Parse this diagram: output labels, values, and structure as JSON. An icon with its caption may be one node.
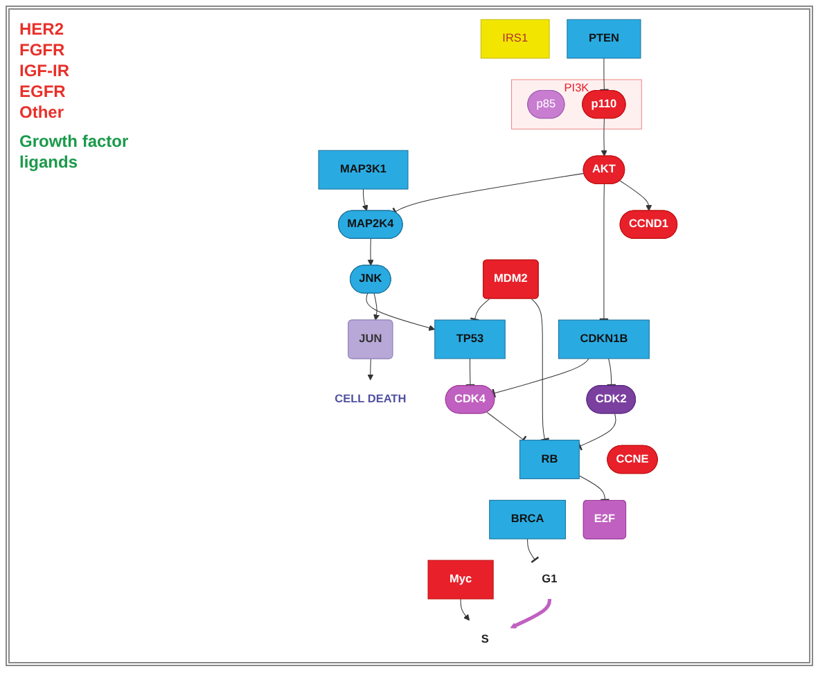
{
  "diagram": {
    "nodes": [
      {
        "text": [
          "IRS1"
        ]
      },
      {
        "text": [
          "PI3K"
        ]
      },
      {
        "text": [
          "p85"
        ],
        "in": 1
      },
      {
        "text": [
          "p110"
        ],
        "in": 1
      },
      {
        "text": [
          "PTEN"
        ]
      },
      {
        "text": [
          "MAP3K1"
        ]
      },
      {
        "text": [
          "MAP2K4"
        ]
      },
      {
        "text": [
          "AKT"
        ]
      },
      {
        "text": [
          "CDKN1B"
        ]
      },
      {
        "text": [
          "CCND1"
        ]
      },
      {
        "text": [
          "JNK"
        ]
      },
      {
        "text": [
          "TP53"
        ]
      },
      {
        "text": [
          "CDK4"
        ]
      },
      {
        "text": [
          "MDM2"
        ]
      },
      {
        "text": [
          "RB"
        ]
      },
      {
        "text": [
          "CDK2"
        ]
      },
      {
        "text": [
          "CCNE"
        ]
      },
      {
        "text": [
          "JUN"
        ]
      },
      {
        "text": [
          "E2F"
        ]
      },
      {
        "text": [
          "BRCA"
        ]
      },
      {
        "text": [
          "Myc"
        ]
      },
      {
        "text": [
          "CELL DEATH"
        ]
      },
      {
        "text": [
          "G1"
        ]
      },
      {
        "text": [
          "S"
        ]
      }
    ],
    "edges": [
      {
        "from": 3,
        "to": 7,
        "arrow": "to"
      },
      {
        "from": 4,
        "to": 3,
        "arrow": "other"
      },
      {
        "from": 5,
        "to": 6,
        "arrow": "to"
      },
      {
        "from": 7,
        "to": 6,
        "arrow": "other"
      },
      {
        "from": 7,
        "to": 8,
        "arrow": "other"
      },
      {
        "from": 7,
        "to": 9,
        "arrow": "to"
      },
      {
        "from": 8,
        "to": 12,
        "arrow": "other"
      },
      {
        "from": 8,
        "to": 15,
        "arrow": "other"
      },
      {
        "from": 6,
        "to": 10,
        "arrow": "to"
      },
      {
        "from": 10,
        "to": 11,
        "arrow": "to"
      },
      {
        "from": 10,
        "to": 17,
        "arrow": "to"
      },
      {
        "from": 17,
        "to": 21,
        "arrow": "to"
      },
      {
        "from": 11,
        "to": 12,
        "arrow": "other"
      },
      {
        "from": 13,
        "to": 11,
        "arrow": "other"
      },
      {
        "from": 12,
        "to": 14,
        "arrow": "other"
      },
      {
        "from": 13,
        "to": 14,
        "arrow": "other"
      },
      {
        "from": 15,
        "to": 14,
        "arrow": "other"
      },
      {
        "from": 14,
        "to": 18,
        "arrow": "other"
      },
      {
        "from": 19,
        "to": 22,
        "arrow": "other"
      },
      {
        "from": 20,
        "to": 23,
        "arrow": "to"
      },
      {
        "from": 22,
        "to": 23,
        "arrow": "to",
        "style": "thick",
        "color": "#c060c0"
      }
    ],
    "labels": [
      "HER2",
      "FGFR",
      "IGF-IR",
      "EGFR",
      "Other",
      "Growth factor ligands"
    ]
  }
}
